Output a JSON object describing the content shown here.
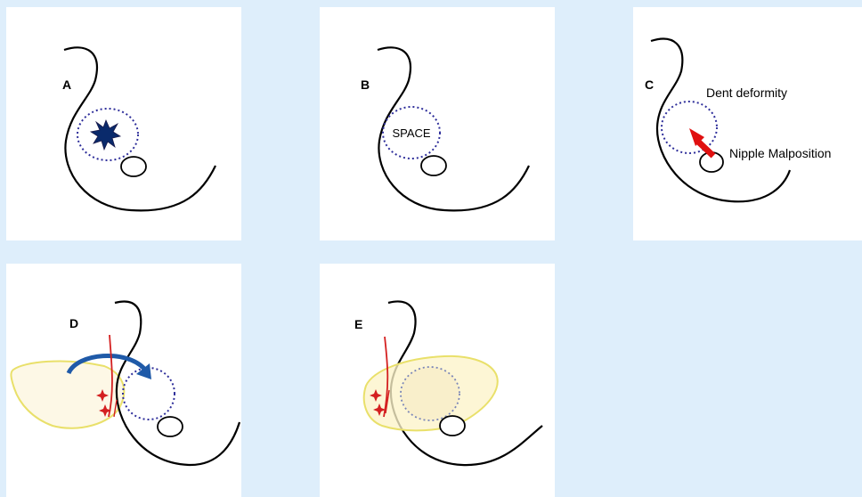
{
  "panels": {
    "a": {
      "letter": "A"
    },
    "b": {
      "letter": "B",
      "space_label": "SPACE"
    },
    "c": {
      "letter": "C",
      "dent_label": "Dent deformity",
      "nipple_label": "Nipple Malposition"
    },
    "d": {
      "letter": "D"
    },
    "e": {
      "letter": "E"
    }
  },
  "colors": {
    "background": "#deeefb",
    "outline": "#000000",
    "dotted_circle": "#2e2e9a",
    "tumor": "#0a2a6b",
    "arrow_red": "#e01010",
    "flap_fill": "#fdf8e6",
    "flap_border": "#e9e06a",
    "rotation_arrow": "#1f5aa8",
    "incision": "#d42020"
  }
}
